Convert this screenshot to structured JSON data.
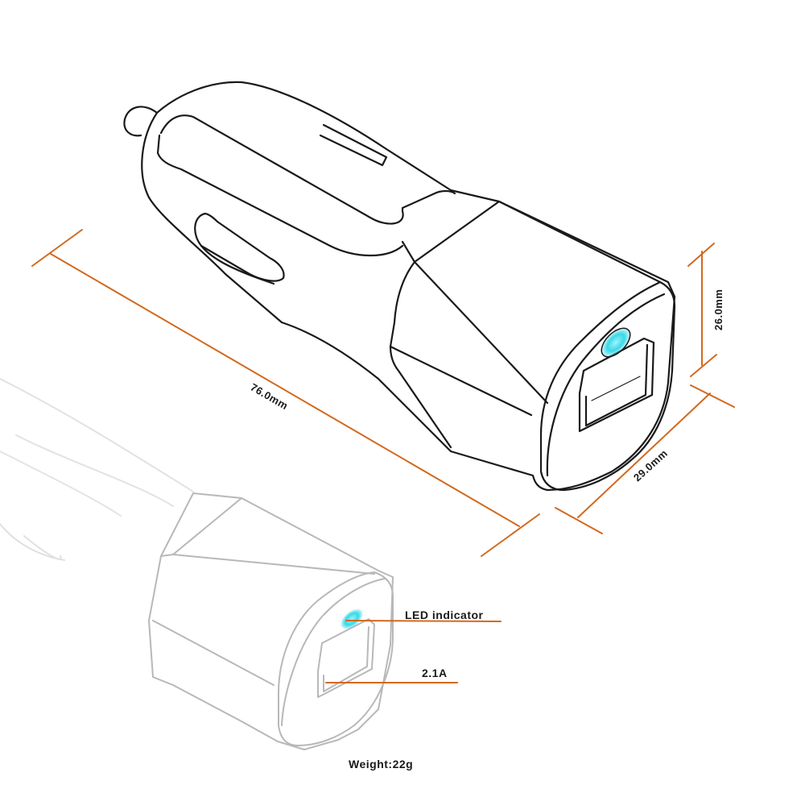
{
  "dimensions": {
    "length": "76.0mm",
    "height": "26.0mm",
    "width": "29.0mm"
  },
  "callouts": {
    "led": "LED indicator",
    "port": "2.1A"
  },
  "weight": "Weight:22g",
  "colors": {
    "dimension_line": "#d2691e",
    "outline": "#1a1a1a",
    "ghost_outline": "#b8b8b8",
    "led": "#39d8e8"
  }
}
